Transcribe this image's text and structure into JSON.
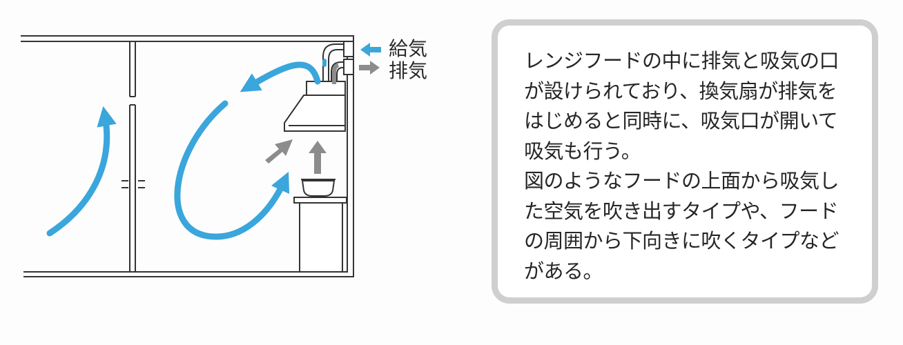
{
  "diagram": {
    "labels": {
      "supply_air": "給気",
      "exhaust_air": "排気"
    },
    "colors": {
      "supply_arrow": "#3aa6dc",
      "exhaust_arrow": "#8c8c8c",
      "walls": "#333333"
    }
  },
  "description": {
    "lines": [
      "レンジフードの中に排気と吸気の口",
      "が設けられており、換気扇が排気を",
      "はじめると同時に、吸気口が開いて",
      "吸気も行う。",
      "図のようなフードの上面から吸気し",
      "た空気を吹き出すタイプや、フード",
      "の周囲から下向きに吹くタイプなど",
      "がある。"
    ]
  }
}
